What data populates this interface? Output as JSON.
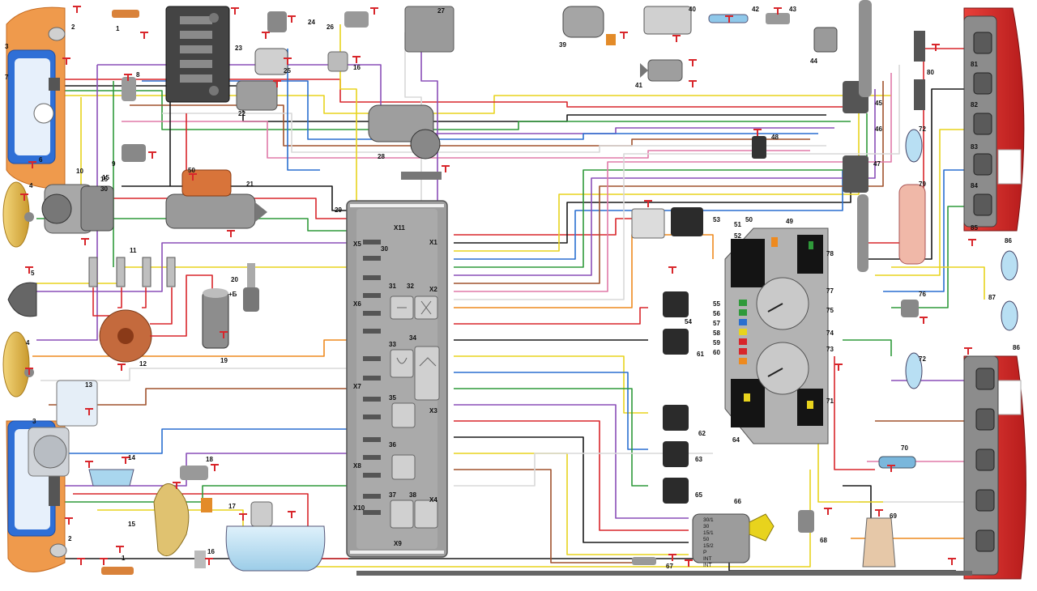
{
  "colors": {
    "red": "#d8262b",
    "yellow": "#e8d31d",
    "black": "#1a1a1a",
    "white": "#d8d8d8",
    "blue": "#2a6fd0",
    "green": "#2f9a3a",
    "brown": "#a0522d",
    "orange": "#ee8a1f",
    "violet": "#8a4fb8",
    "pink": "#e07aa8",
    "grey": "#8f8f8f",
    "lightblue": "#6ec6e6",
    "ground": "#d8262b",
    "unit_body": "#9e9e9e"
  },
  "components": {
    "n1": "1",
    "n2": "2",
    "n3": "3",
    "n4": "4",
    "n5": "5",
    "n6": "6",
    "n7": "7",
    "n8": "8",
    "n9": "9",
    "n10": "10",
    "n11": "11",
    "n12": "12",
    "n13": "13",
    "n14": "14",
    "n15": "15",
    "n16": "16",
    "n17": "17",
    "n18": "18",
    "n19": "19",
    "n20": "20",
    "n21": "21",
    "n22": "22",
    "n23": "23",
    "n24": "24",
    "n25": "25",
    "n26": "26",
    "n27": "27",
    "n28": "28",
    "n29": "29",
    "n30": "30",
    "n31": "31",
    "n32": "32",
    "n33": "33",
    "n34": "34",
    "n35": "35",
    "n36": "36",
    "n37": "37",
    "n38": "38",
    "n39": "39",
    "n40": "40",
    "n41": "41",
    "n42": "42",
    "n43": "43",
    "n44": "44",
    "n45": "45",
    "n46": "46",
    "n47": "47",
    "n48": "48",
    "n49": "49",
    "n50": "50",
    "n51": "51",
    "n52": "52",
    "n53": "53",
    "n54": "54",
    "n55": "55",
    "n56": "56",
    "n57": "57",
    "n58": "58",
    "n59": "59",
    "n60": "60",
    "n61": "61",
    "n62": "62",
    "n63": "63",
    "n64": "64",
    "n65": "65",
    "n66": "66",
    "n67": "67",
    "n68": "68",
    "n69": "69",
    "n70": "70",
    "n71": "71",
    "n72": "72",
    "n73": "73",
    "n74": "74",
    "n75": "75",
    "n76": "76",
    "n77": "77",
    "n78": "78",
    "n79": "79",
    "n80": "80",
    "n81": "81",
    "n82": "82",
    "n83": "83",
    "n84": "84",
    "n85": "85",
    "n86": "86",
    "n87": "87"
  },
  "labels": {
    "plus_b": "+Б",
    "gen_30": "30",
    "gen_15": "15",
    "starter_50": "50"
  },
  "fuse_block": {
    "x1": "X1",
    "x2": "X2",
    "x3": "X3",
    "x4": "X4",
    "x5": "X5",
    "x6": "X6",
    "x7": "X7",
    "x8": "X8",
    "x9": "X9",
    "x10": "X10",
    "x11": "X11"
  },
  "ignition_pins": [
    "30/1",
    "30",
    "15/1",
    "50",
    "15/2",
    "P",
    "INT",
    "INT"
  ]
}
